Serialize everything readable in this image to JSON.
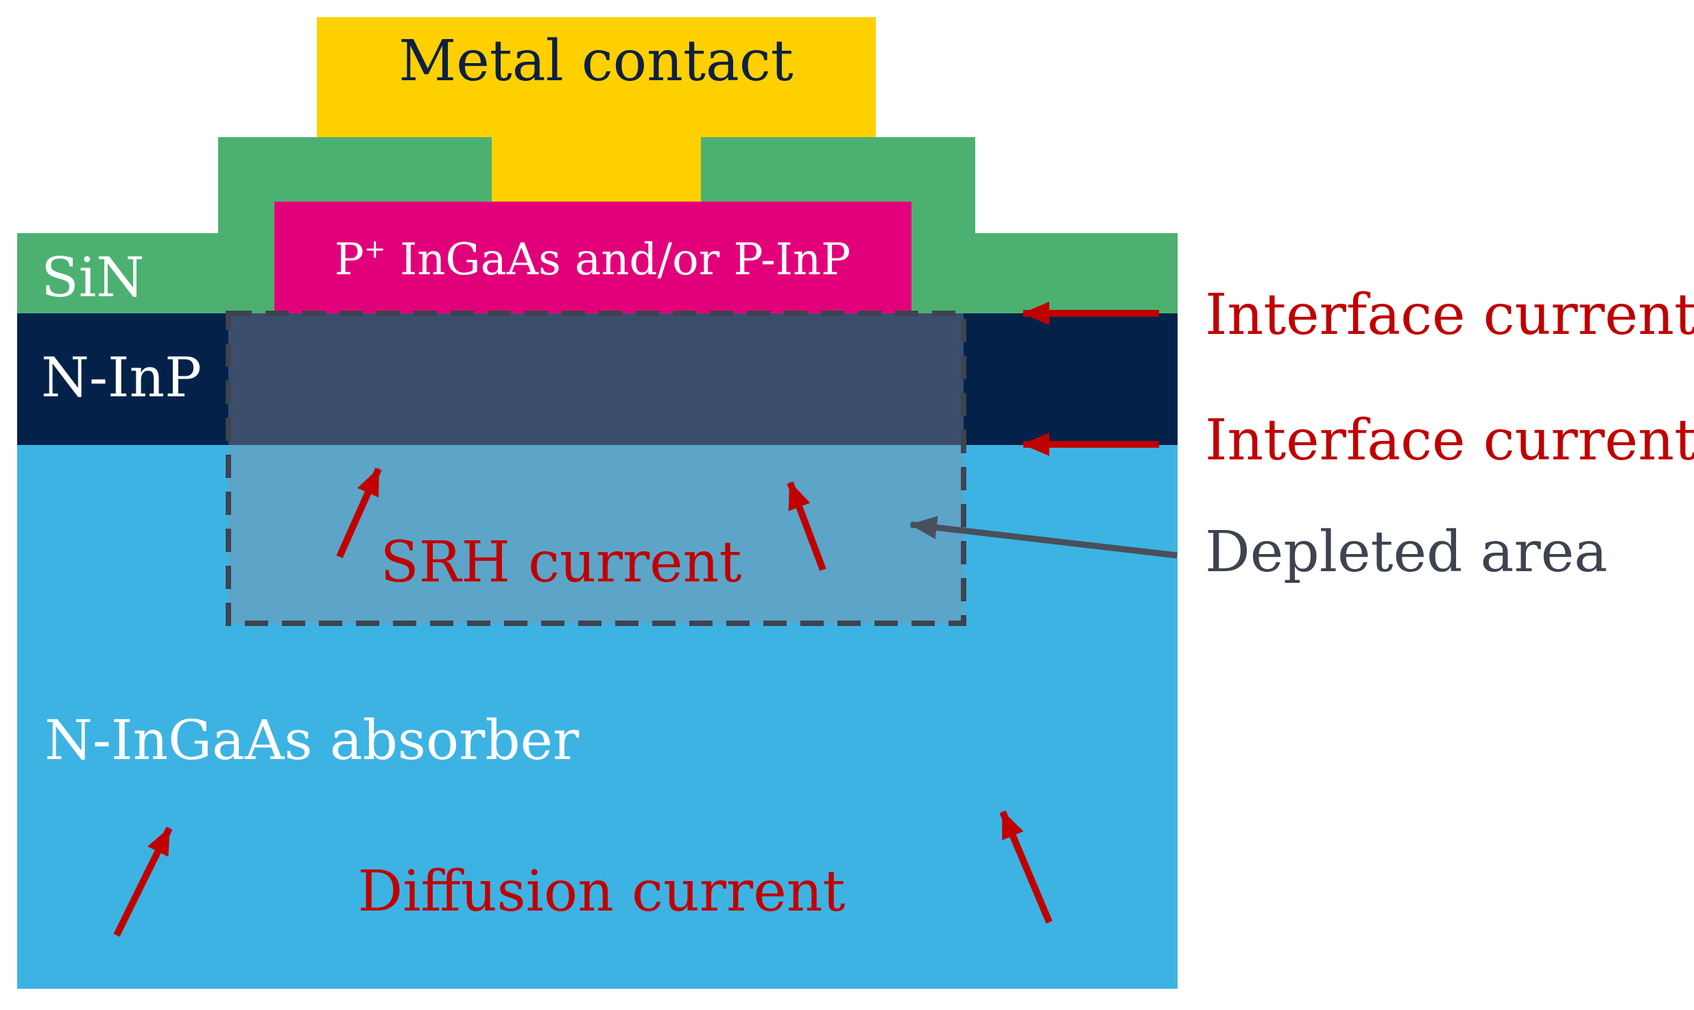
{
  "layers": {
    "metal_contact": "Metal contact",
    "p_layer": {
      "prefix": "P",
      "superscript": "+",
      "rest": " InGaAs and/or P-InP"
    },
    "sin": "SiN",
    "n_inp": "N-InP",
    "absorber": "N-InGaAs absorber"
  },
  "annotations": {
    "interface_current_top": "Interface current",
    "interface_current_bottom": "Interface current",
    "depleted_area": "Depleted area",
    "srh_current": "SRH current",
    "diffusion_current": "Diffusion current"
  },
  "colors": {
    "metal_contact": "#FFD000",
    "sin": "#4CB170",
    "p_layer": "#E2007A",
    "n_inp": "#042249",
    "absorber": "#3DB3E3",
    "depleted_overlay_on_ninp": "#3A4E6C",
    "depleted_overlay_on_absorber": "#5CA5C8",
    "depleted_border": "#3E4350",
    "current_arrow": "#C00000",
    "depleted_arrow": "#4A4F5C",
    "layer_text_dark": "#0E2040",
    "layer_text_light": "#FFFFFF",
    "current_text": "#C00000",
    "depleted_text": "#3E4350"
  }
}
